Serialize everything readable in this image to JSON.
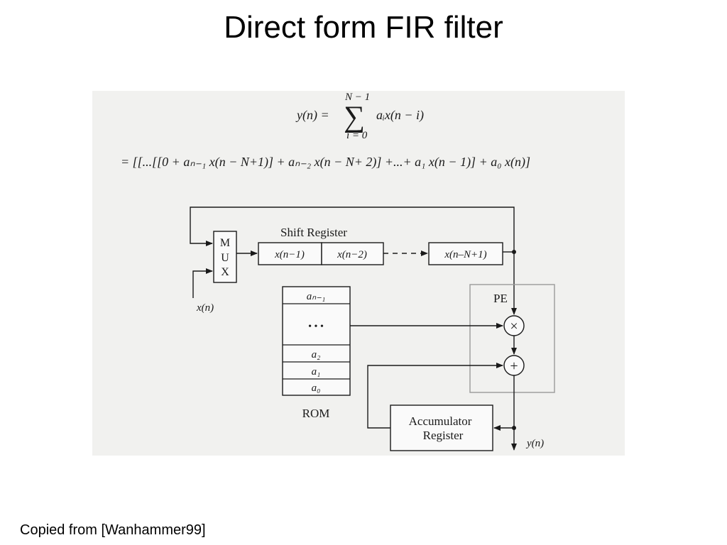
{
  "title": "Direct form FIR filter",
  "footer": "Copied from [Wanhammer99]",
  "equation": {
    "sum_upper": "N − 1",
    "lhs": "y(n) =",
    "sum_symbol": "∑",
    "sum_body": "aᵢx(n − i)",
    "sum_lower": "i = 0",
    "expansion": "= [[...[[0 + aₙ₋₁ x(n − N+1)] + aₙ₋₂ x(n − N+ 2)] +...+ a₁ x(n − 1)] + a₀ x(n)]"
  },
  "diagram": {
    "mux_letters": [
      "M",
      "U",
      "X"
    ],
    "shift_register_label": "Shift Register",
    "shift_cells": [
      "x(n−1)",
      "x(n−2)",
      "x(n–N+1)"
    ],
    "input_label": "x(n)",
    "rom_entries": [
      "aₙ₋₁",
      "•\n•\n•",
      "a₂",
      "a₁",
      "a₀"
    ],
    "rom_label": "ROM",
    "pe_label": "PE",
    "multiplier_symbol": "×",
    "adder_symbol": "+",
    "accumulator_line1": "Accumulator",
    "accumulator_line2": "Register",
    "output_label": "y(n)"
  }
}
